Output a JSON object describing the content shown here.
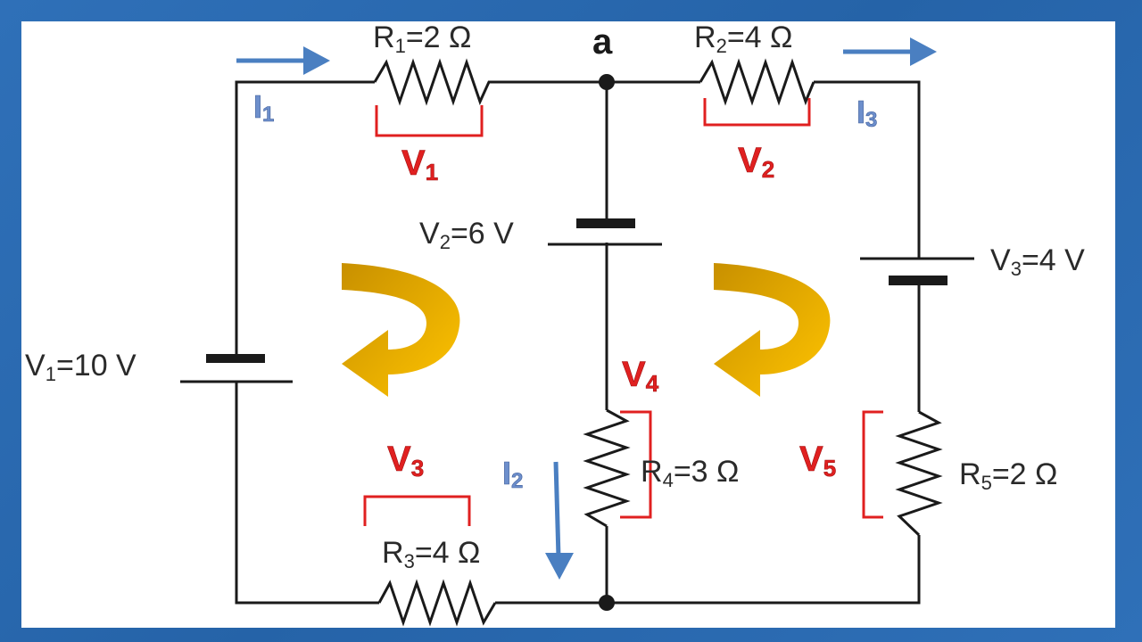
{
  "diagram": {
    "node_label": "a",
    "components": {
      "R1": {
        "name": "R",
        "sub": "1",
        "value": "=2 Ω"
      },
      "R2": {
        "name": "R",
        "sub": "2",
        "value": "=4 Ω"
      },
      "R3": {
        "name": "R",
        "sub": "3",
        "value": "=4 Ω"
      },
      "R4": {
        "name": "R",
        "sub": "4",
        "value": "=3 Ω"
      },
      "R5": {
        "name": "R",
        "sub": "5",
        "value": "=2 Ω"
      },
      "E1": {
        "name": "V",
        "sub": "1",
        "value": "=10 V"
      },
      "E2": {
        "name": "V",
        "sub": "2",
        "value": "=6 V"
      },
      "E3": {
        "name": "V",
        "sub": "3",
        "value": "=4 V"
      }
    },
    "voltage_drops": [
      {
        "id": "v1",
        "name": "V",
        "sub": "1"
      },
      {
        "id": "v2",
        "name": "V",
        "sub": "2"
      },
      {
        "id": "v3",
        "name": "V",
        "sub": "3"
      },
      {
        "id": "v4",
        "name": "V",
        "sub": "4"
      },
      {
        "id": "v5",
        "name": "V",
        "sub": "5"
      }
    ],
    "currents": [
      {
        "id": "i1",
        "name": "I",
        "sub": "1"
      },
      {
        "id": "i2",
        "name": "I",
        "sub": "2"
      },
      {
        "id": "i3",
        "name": "I",
        "sub": "3"
      }
    ],
    "colors": {
      "wire": "#1a1a1a",
      "voltage_drop": "#e02020",
      "current_arrow": "#4a7fc1",
      "loop_arrow": "#f0b400",
      "frame": "#2c6bb3"
    }
  }
}
